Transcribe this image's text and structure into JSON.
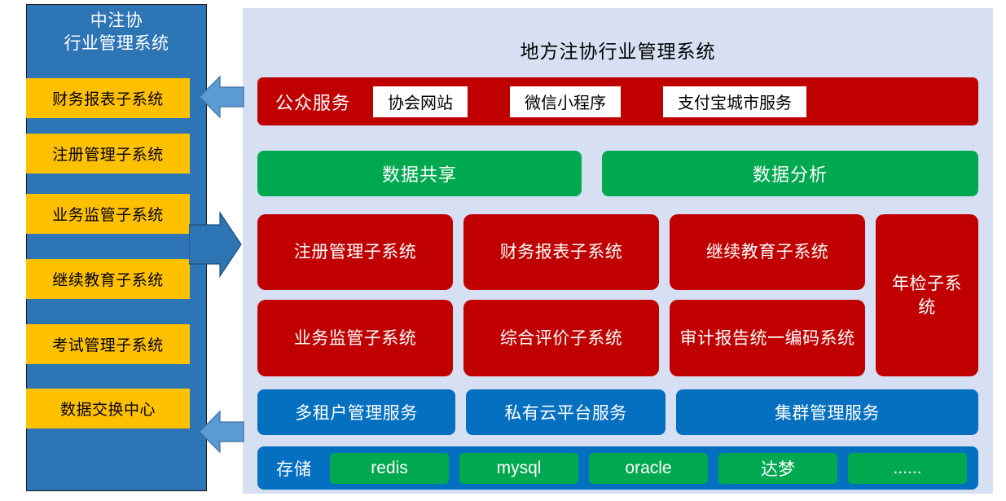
{
  "colors": {
    "sidebar_blue": "#2E75B6",
    "sidebar_item_yellow": "#FFC000",
    "panel_background": "#D6E0F2",
    "red": "#C00000",
    "green": "#00A94F",
    "blue": "#0570C0",
    "arrow_light_blue": "#5B9BD5",
    "arrow_dark_blue": "#2E75B6",
    "white": "#FFFFFF",
    "text_black": "#000000"
  },
  "sidebar": {
    "title": "中注协\n行业管理系统",
    "items": [
      {
        "label": "财务报表子系统"
      },
      {
        "label": "注册管理子系统"
      },
      {
        "label": "业务监管子系统"
      },
      {
        "label": "继续教育子系统"
      },
      {
        "label": "考试管理子系统"
      },
      {
        "label": "数据交换中心"
      }
    ]
  },
  "arrows": [
    {
      "name": "arrow-top-left",
      "direction": "left",
      "color": "#5B9BD5"
    },
    {
      "name": "arrow-middle-right",
      "direction": "right",
      "color": "#2E75B6"
    },
    {
      "name": "arrow-bottom-left",
      "direction": "left",
      "color": "#5B9BD5"
    }
  ],
  "panel": {
    "title": "地方注协行业管理系统",
    "public_service": {
      "lead": "公众服务",
      "channels": [
        {
          "label": "协会网站"
        },
        {
          "label": "微信小程序"
        },
        {
          "label": "支付宝城市服务"
        }
      ]
    },
    "data_layer": [
      {
        "label": "数据共享"
      },
      {
        "label": "数据分析"
      }
    ],
    "subsystems": [
      {
        "label": "注册管理子系统"
      },
      {
        "label": "财务报表子系统"
      },
      {
        "label": "继续教育子系统"
      },
      {
        "label": "年检子系统"
      },
      {
        "label": "业务监管子系统"
      },
      {
        "label": "综合评价子系统"
      },
      {
        "label": "审计报告统一编码系统"
      }
    ],
    "platform_services": [
      {
        "label": "多租户管理服务"
      },
      {
        "label": "私有云平台服务"
      },
      {
        "label": "集群管理服务"
      }
    ],
    "storage": {
      "lead": "存储",
      "engines": [
        {
          "label": "redis"
        },
        {
          "label": "mysql"
        },
        {
          "label": "oracle"
        },
        {
          "label": "达梦"
        },
        {
          "label": "......"
        }
      ]
    }
  }
}
